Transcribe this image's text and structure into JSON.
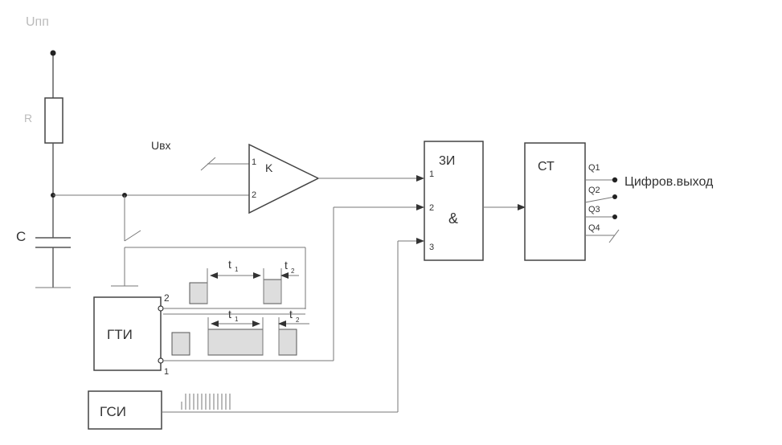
{
  "labels": {
    "supply": "Uпп",
    "resistor": "R",
    "capacitor": "C",
    "input": "Uвх",
    "comparator": "K",
    "comp_in1": "1",
    "comp_in2": "2",
    "and_title": "3И",
    "and_symbol": "&",
    "and_in1": "1",
    "and_in2": "2",
    "and_in3": "3",
    "counter": "СТ",
    "q1": "Q1",
    "q2": "Q2",
    "q3": "Q3",
    "q4": "Q4",
    "output": "Цифров.выход",
    "gti": "ГТИ",
    "gti_out2": "2",
    "gti_out1": "1",
    "gsi": "ГСИ",
    "t1_top": "t",
    "t1_top_sub": "1",
    "t2_top": "t",
    "t2_top_sub": "2",
    "t1_bot": "t",
    "t1_bot_sub": "1",
    "t2_bot": "t",
    "t2_bot_sub": "2"
  }
}
